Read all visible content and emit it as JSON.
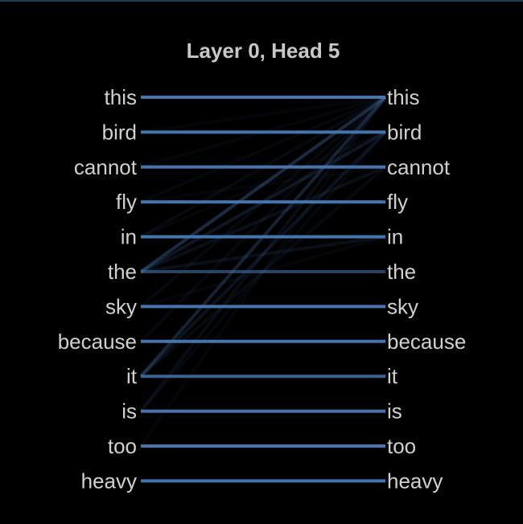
{
  "title": "Layer 0, Head 5",
  "colors": {
    "background": "#000000",
    "line": "#4a7ab5",
    "text": "#d0d0d0",
    "title": "#c8c8c8"
  },
  "tokens_left": [
    "this",
    "bird",
    "cannot",
    "fly",
    "in",
    "the",
    "sky",
    "because",
    "it",
    "is",
    "too",
    "heavy"
  ],
  "tokens_right": [
    "this",
    "bird",
    "cannot",
    "fly",
    "in",
    "the",
    "sky",
    "because",
    "it",
    "is",
    "too",
    "heavy"
  ],
  "attention": [
    {
      "from": 0,
      "to": 0,
      "weight": 0.95
    },
    {
      "from": 1,
      "to": 1,
      "weight": 0.95
    },
    {
      "from": 2,
      "to": 2,
      "weight": 0.95
    },
    {
      "from": 3,
      "to": 3,
      "weight": 0.95
    },
    {
      "from": 4,
      "to": 4,
      "weight": 0.95
    },
    {
      "from": 5,
      "to": 5,
      "weight": 0.55
    },
    {
      "from": 6,
      "to": 6,
      "weight": 0.95
    },
    {
      "from": 7,
      "to": 7,
      "weight": 0.95
    },
    {
      "from": 8,
      "to": 8,
      "weight": 0.8
    },
    {
      "from": 9,
      "to": 9,
      "weight": 0.95
    },
    {
      "from": 10,
      "to": 10,
      "weight": 0.95
    },
    {
      "from": 11,
      "to": 11,
      "weight": 0.95
    },
    {
      "from": 5,
      "to": 0,
      "weight": 0.35
    },
    {
      "from": 5,
      "to": 1,
      "weight": 0.18
    },
    {
      "from": 5,
      "to": 2,
      "weight": 0.12
    },
    {
      "from": 5,
      "to": 4,
      "weight": 0.12
    },
    {
      "from": 8,
      "to": 0,
      "weight": 0.28
    },
    {
      "from": 8,
      "to": 1,
      "weight": 0.15
    },
    {
      "from": 8,
      "to": 2,
      "weight": 0.08
    },
    {
      "from": 9,
      "to": 0,
      "weight": 0.1
    },
    {
      "from": 9,
      "to": 1,
      "weight": 0.06
    },
    {
      "from": 4,
      "to": 0,
      "weight": 0.08
    },
    {
      "from": 6,
      "to": 0,
      "weight": 0.07
    },
    {
      "from": 7,
      "to": 0,
      "weight": 0.07
    },
    {
      "from": 3,
      "to": 0,
      "weight": 0.06
    },
    {
      "from": 2,
      "to": 0,
      "weight": 0.05
    },
    {
      "from": 1,
      "to": 0,
      "weight": 0.05
    },
    {
      "from": 10,
      "to": 0,
      "weight": 0.05
    },
    {
      "from": 4,
      "to": 1,
      "weight": 0.05
    },
    {
      "from": 3,
      "to": 2,
      "weight": 0.05
    },
    {
      "from": 6,
      "to": 4,
      "weight": 0.05
    }
  ]
}
